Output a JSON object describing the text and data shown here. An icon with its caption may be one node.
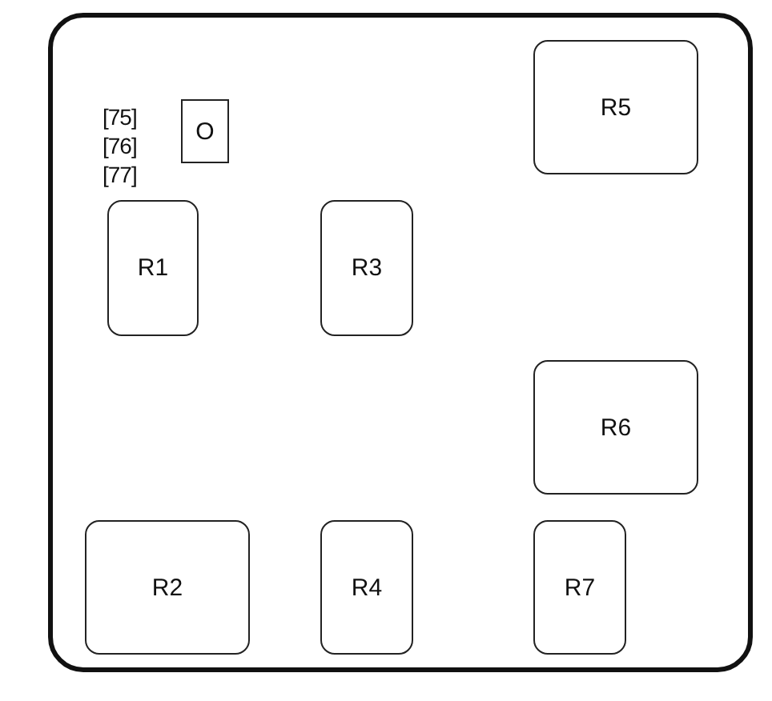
{
  "diagram": {
    "nodes": [
      {
        "text": [
          "R5"
        ]
      },
      {
        "text": [
          "O"
        ]
      },
      {
        "text": [
          "R1"
        ]
      },
      {
        "text": [
          "R3"
        ]
      },
      {
        "text": [
          "R6"
        ]
      },
      {
        "text": [
          "R2"
        ]
      },
      {
        "text": [
          "R4"
        ]
      },
      {
        "text": [
          "R7"
        ]
      }
    ],
    "labels": [
      "[75]",
      "[76]",
      "[77]"
    ]
  }
}
